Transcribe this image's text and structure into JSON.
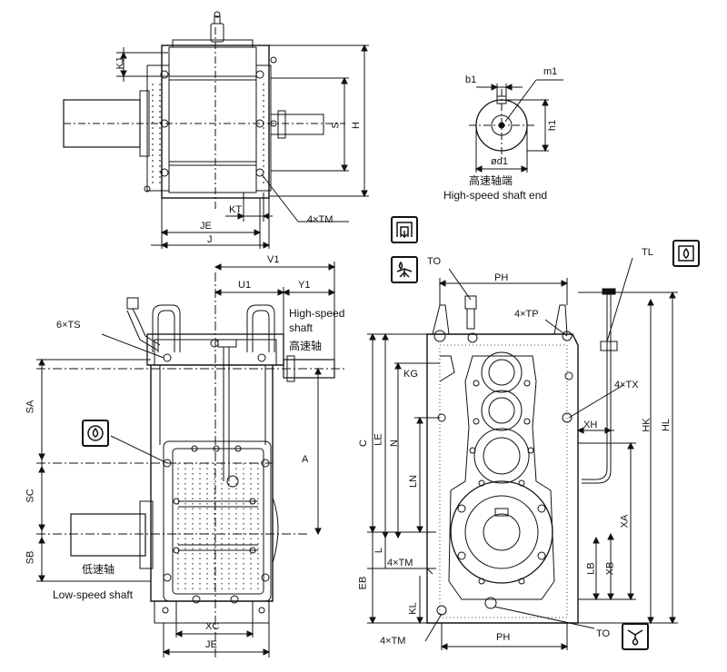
{
  "top_view": {
    "labels": {
      "kj": "KJ",
      "s": "S",
      "h": "H",
      "kt": "KT",
      "je": "JE",
      "j": "J",
      "tm": "4×TM"
    }
  },
  "shaft_end": {
    "labels": {
      "b1": "b1",
      "m1": "m1",
      "h1": "h1",
      "d1": "ød1"
    },
    "caption_cn": "高速轴端",
    "caption_en": "High-speed shaft end"
  },
  "front_view": {
    "labels": {
      "v1": "V1",
      "u1": "U1",
      "y1": "Y1",
      "ts": "6×TS",
      "sa": "SA",
      "sc": "SC",
      "sb": "SB",
      "a": "A",
      "xc": "XC",
      "je": "JE"
    },
    "high_speed_en_1": "High-speed",
    "high_speed_en_2": "shaft",
    "high_speed_cn": "高速轴",
    "low_speed_cn": "低速轴",
    "low_speed_en": "Low-speed shaft"
  },
  "side_view": {
    "labels": {
      "to_top": "TO",
      "ph_top": "PH",
      "tp": "4×TP",
      "tl": "TL",
      "kg": "KG",
      "tx": "4×TX",
      "xh": "XH",
      "hk": "HK",
      "hl": "HL",
      "c": "C",
      "le": "LE",
      "n": "N",
      "ln": "LN",
      "xa": "XA",
      "l": "L",
      "tm_side": "4×TM",
      "eb": "EB",
      "lb": "LB",
      "xb": "XB",
      "kl": "KL",
      "tm_bottom": "4×TM",
      "ph_bottom": "PH",
      "to_bottom": "TO"
    }
  },
  "icons": {
    "breather": "breather-icon",
    "oil_fill": "oil-fill-icon",
    "oil_level": "oil-level-icon",
    "oil_drain": "oil-drain-icon",
    "gauge": "oil-gauge-icon"
  }
}
